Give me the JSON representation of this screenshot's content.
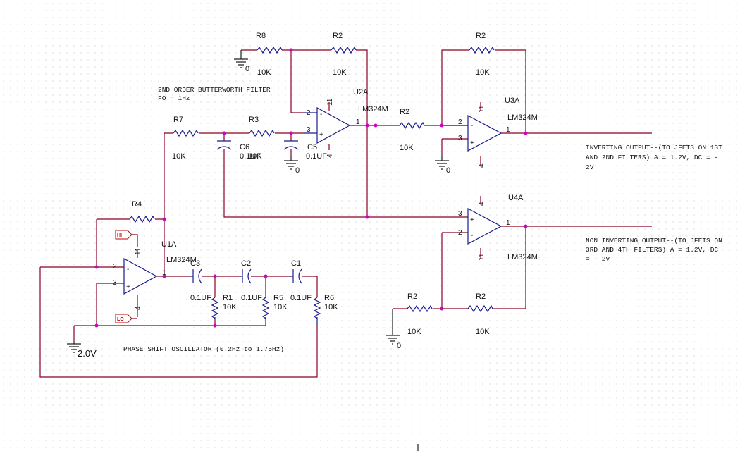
{
  "components": {
    "r8": {
      "ref": "R8",
      "value": "10K"
    },
    "r2_top": {
      "ref": "R2",
      "value": "10K"
    },
    "r2_u3a_fb": {
      "ref": "R2",
      "value": "10K"
    },
    "r2_u3a_in": {
      "ref": "R2",
      "value": "10K"
    },
    "r7": {
      "ref": "R7",
      "value": "10K"
    },
    "r3": {
      "ref": "R3",
      "value": "10K"
    },
    "c6": {
      "ref": "C6",
      "value": "0.1UF"
    },
    "c5": {
      "ref": "C5",
      "value": "0.1UF"
    },
    "r4": {
      "ref": "R4"
    },
    "c3": {
      "ref": "C3",
      "value": "0.1UF"
    },
    "c2": {
      "ref": "C2",
      "value": "0.1UF"
    },
    "c1": {
      "ref": "C1",
      "value": "0.1UF"
    },
    "r1": {
      "ref": "R1",
      "value": "10K"
    },
    "r5": {
      "ref": "R5",
      "value": "10K"
    },
    "r6": {
      "ref": "R6",
      "value": "10K"
    },
    "r2_u4a_in": {
      "ref": "R2",
      "value": "10K"
    },
    "r2_u4a_fb": {
      "ref": "R2",
      "value": "10K"
    }
  },
  "opamps": {
    "u1a": {
      "ref": "U1A",
      "part": "LM324M"
    },
    "u2a": {
      "ref": "U2A",
      "part": "LM324M"
    },
    "u3a": {
      "ref": "U3A",
      "part": "LM324M"
    },
    "u4a": {
      "ref": "U4A",
      "part": "LM324M"
    }
  },
  "pins": {
    "p1": "1",
    "p2": "2",
    "p3": "3",
    "p4": "4",
    "p11": "11"
  },
  "signs": {
    "minus": "-",
    "plus": "+"
  },
  "grounds": {
    "zero": "0",
    "bias": "2.0V"
  },
  "ports": {
    "hi": "HI",
    "lo": "LO"
  },
  "notes": {
    "filter_title_1": "2ND ORDER BUTTERWORTH FILTER",
    "filter_title_2": "FO = 1Hz",
    "oscillator_title": "PHASE SHIFT OSCILLATOR (0.2Hz to 1.75Hz)",
    "inv_out_1": "INVERTING OUTPUT--(TO JFETS ON 1ST",
    "inv_out_2": "AND 2ND FILTERS) A = 1.2V, DC = -",
    "inv_out_3": "2V",
    "noninv_out_1": "NON INVERTING OUTPUT--(TO JFETS ON",
    "noninv_out_2": "3RD AND 4TH FILTERS) A = 1.2V, DC",
    "noninv_out_3": "= - 2V"
  },
  "colors": {
    "wire": "#8b0025",
    "component": "#1a1a8c",
    "junction": "#d000c0",
    "grid": "#c8c8c8"
  }
}
